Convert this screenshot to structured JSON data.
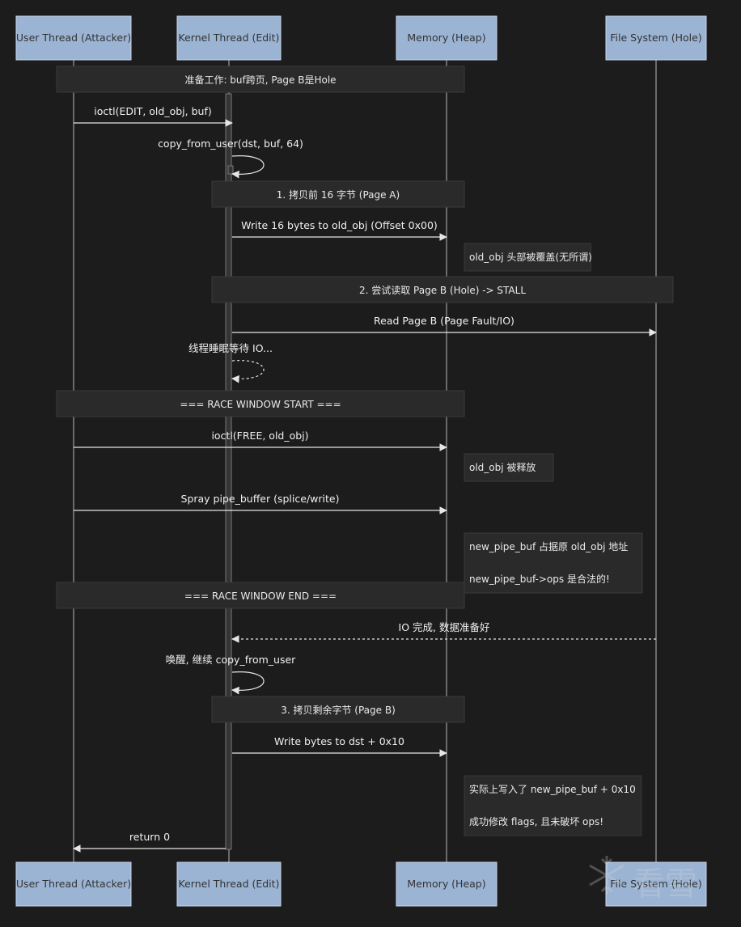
{
  "participants": [
    {
      "id": "user",
      "label": "User Thread (Attacker)"
    },
    {
      "id": "kernel",
      "label": "Kernel Thread (Edit)"
    },
    {
      "id": "mem",
      "label": "Memory (Heap)"
    },
    {
      "id": "fs",
      "label": "File System (Hole)"
    }
  ],
  "steps": [
    {
      "type": "note",
      "over": [
        "user",
        "mem"
      ],
      "text": "准备工作: buf跨页, Page B是Hole"
    },
    {
      "type": "msg",
      "from": "user",
      "to": "kernel",
      "label": "ioctl(EDIT, old_obj, buf)"
    },
    {
      "type": "self",
      "on": "kernel",
      "label": "copy_from_user(dst, buf, 64)"
    },
    {
      "type": "note",
      "over": [
        "kernel",
        "mem"
      ],
      "text": "1. 拷贝前 16 字节 (Page A)"
    },
    {
      "type": "msg",
      "from": "kernel",
      "to": "mem",
      "label": "Write 16 bytes to old_obj (Offset 0x00)"
    },
    {
      "type": "note",
      "right_of": "mem",
      "text": "old_obj 头部被覆盖(无所谓)"
    },
    {
      "type": "note",
      "over": [
        "kernel",
        "fs"
      ],
      "text": "2. 尝试读取 Page B (Hole) -> STALL"
    },
    {
      "type": "msg",
      "from": "kernel",
      "to": "fs",
      "label": "Read Page B (Page Fault/IO)"
    },
    {
      "type": "self",
      "on": "kernel",
      "label": "线程睡眠等待 IO...",
      "dashed": true
    },
    {
      "type": "note",
      "over": [
        "user",
        "mem"
      ],
      "text": "=== RACE WINDOW START ==="
    },
    {
      "type": "msg",
      "from": "user",
      "to": "mem",
      "label": "ioctl(FREE, old_obj)"
    },
    {
      "type": "note",
      "right_of": "mem",
      "text": "old_obj 被释放"
    },
    {
      "type": "msg",
      "from": "user",
      "to": "mem",
      "label": "Spray pipe_buffer (splice/write)"
    },
    {
      "type": "note",
      "right_of": "mem",
      "text": "new_pipe_buf 占据原 old_obj 地址\nnew_pipe_buf->ops 是合法的!"
    },
    {
      "type": "note",
      "over": [
        "user",
        "mem"
      ],
      "text": "=== RACE WINDOW END ==="
    },
    {
      "type": "msg",
      "from": "fs",
      "to": "kernel",
      "label": "IO 完成, 数据准备好",
      "dashed": true
    },
    {
      "type": "self",
      "on": "kernel",
      "label": "唤醒, 继续 copy_from_user"
    },
    {
      "type": "note",
      "over": [
        "kernel",
        "mem"
      ],
      "text": "3. 拷贝剩余字节 (Page B)"
    },
    {
      "type": "msg",
      "from": "kernel",
      "to": "mem",
      "label": "Write bytes to dst + 0x10"
    },
    {
      "type": "note",
      "right_of": "mem",
      "text": "实际上写入了 new_pipe_buf + 0x10\n成功修改 flags, 且未破坏 ops!"
    },
    {
      "type": "msg",
      "from": "kernel",
      "to": "user",
      "label": "return 0"
    }
  ],
  "watermark": {
    "text": "看雪",
    "icon": "snowflake-icon"
  }
}
